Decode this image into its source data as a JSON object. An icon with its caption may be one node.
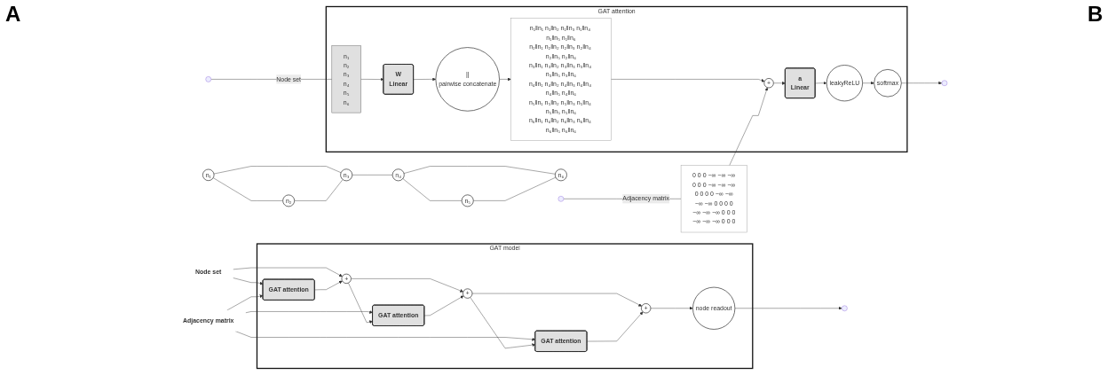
{
  "diagram": {
    "nodes": [
      {
        "text": [
          "GAT attention"
        ]
      },
      {
        "text": [
          "n₁"
        ]
      },
      {
        "text": [
          "n₂"
        ]
      },
      {
        "text": [
          "n₃"
        ]
      },
      {
        "text": [
          "n₄"
        ]
      },
      {
        "text": [
          "n₅"
        ]
      },
      {
        "text": [
          "n₆"
        ]
      },
      {
        "text": [
          "0 0 0 −∞ −∞ −∞",
          "0 0 0 −∞ −∞ −∞",
          "0 0 0 0 −∞ −∞",
          "−∞ −∞ 0 0 0 0",
          "−∞ −∞ −∞ 0 0 0",
          "−∞ −∞ −∞ 0 0 0"
        ]
      },
      {
        "text": [
          "n₁",
          "n₂",
          "n₃",
          "n₄",
          "n₅",
          "n₆"
        ],
        "in": 0
      },
      {
        "text": [
          "W",
          "Linear"
        ],
        "in": 0
      },
      {
        "text": [
          "||",
          "pairwise concatenate"
        ],
        "in": 0
      },
      {
        "text": [
          "n₁‖n₁ n₁‖n₂ n₁‖n₃ n₁‖n₄ n₁‖n₅ n₁‖n₆",
          "n₂‖n₁ n₂‖n₂ n₂‖n₃ n₂‖n₄ n₂‖n₅ n₂‖n₆",
          "n₃‖n₁ n₃‖n₂ n₃‖n₃ n₃‖n₄ n₃‖n₅ n₃‖n₆",
          "n₄‖n₁ n₄‖n₂ n₄‖n₃ n₄‖n₄ n₄‖n₅ n₄‖n₆",
          "n₅‖n₁ n₅‖n₂ n₅‖n₃ n₅‖n₄ n₅‖n₅ n₅‖n₆",
          "n₆‖n₁ n₆‖n₂ n₆‖n₃ n₆‖n₄ n₆‖n₅ n₆‖n₆"
        ],
        "in": 0
      },
      {
        "text": [
          "+"
        ],
        "in": 0
      },
      {
        "text": [
          "a",
          "Linear"
        ],
        "in": 0
      },
      {
        "text": [
          "leakyReLU"
        ],
        "in": 0
      },
      {
        "text": [
          "softmax"
        ],
        "in": 0
      },
      {
        "text": [
          "Node set"
        ]
      },
      {
        "text": [
          "Adjacency matrix"
        ]
      },
      {
        "text": [
          "GAT model"
        ]
      },
      {
        "text": [
          "GAT attention"
        ],
        "in": 18
      },
      {
        "text": [
          "+"
        ],
        "in": 18
      },
      {
        "text": [
          "GAT attention"
        ],
        "in": 18
      },
      {
        "text": [
          "+"
        ],
        "in": 18
      },
      {
        "text": [
          "GAT attention"
        ],
        "in": 18
      },
      {
        "text": [
          "+"
        ],
        "in": 18
      },
      {
        "text": [
          "node readout"
        ],
        "in": 18
      }
    ],
    "edges": [
      {
        "from": 1,
        "to": 2,
        "arrow": "none"
      },
      {
        "from": 1,
        "to": 3,
        "arrow": "none"
      },
      {
        "from": 2,
        "to": 3,
        "arrow": "none"
      },
      {
        "from": 3,
        "to": 4,
        "arrow": "none"
      },
      {
        "from": 4,
        "to": 5,
        "arrow": "none"
      },
      {
        "from": 4,
        "to": 6,
        "arrow": "none"
      },
      {
        "from": 5,
        "to": 6,
        "arrow": "none"
      },
      {
        "from": null,
        "to": 8,
        "label": "Node set",
        "arrow": "none"
      },
      {
        "from": null,
        "to": 7,
        "label": "Adjacency matrix",
        "arrow": "none"
      },
      {
        "from": 8,
        "to": 9,
        "arrow": "to"
      },
      {
        "from": 9,
        "to": 10,
        "arrow": "to"
      },
      {
        "from": 10,
        "to": 11,
        "arrow": "to"
      },
      {
        "from": 11,
        "to": 12,
        "arrow": "to"
      },
      {
        "from": 7,
        "to": 12,
        "arrow": "to"
      },
      {
        "from": 12,
        "to": 13,
        "arrow": "to"
      },
      {
        "from": 13,
        "to": 14,
        "arrow": "to"
      },
      {
        "from": 14,
        "to": 15,
        "arrow": "to"
      },
      {
        "from": 15,
        "to": null,
        "arrow": "to"
      },
      {
        "from": 16,
        "to": 19,
        "arrow": "to"
      },
      {
        "from": 16,
        "to": 20,
        "arrow": "to"
      },
      {
        "from": 17,
        "to": 19,
        "arrow": "to"
      },
      {
        "from": 17,
        "to": 21,
        "arrow": "to"
      },
      {
        "from": 17,
        "to": 23,
        "arrow": "to"
      },
      {
        "from": 19,
        "to": 20,
        "arrow": "to"
      },
      {
        "from": 20,
        "to": 21,
        "arrow": "to"
      },
      {
        "from": 20,
        "to": 22,
        "arrow": "to"
      },
      {
        "from": 21,
        "to": 22,
        "arrow": "to"
      },
      {
        "from": 22,
        "to": 23,
        "arrow": "to"
      },
      {
        "from": 22,
        "to": 24,
        "arrow": "to"
      },
      {
        "from": 23,
        "to": 24,
        "arrow": "to"
      },
      {
        "from": 24,
        "to": 25,
        "arrow": "to"
      },
      {
        "from": 25,
        "to": null,
        "arrow": "to"
      }
    ],
    "labels": [
      "A",
      "B"
    ]
  }
}
